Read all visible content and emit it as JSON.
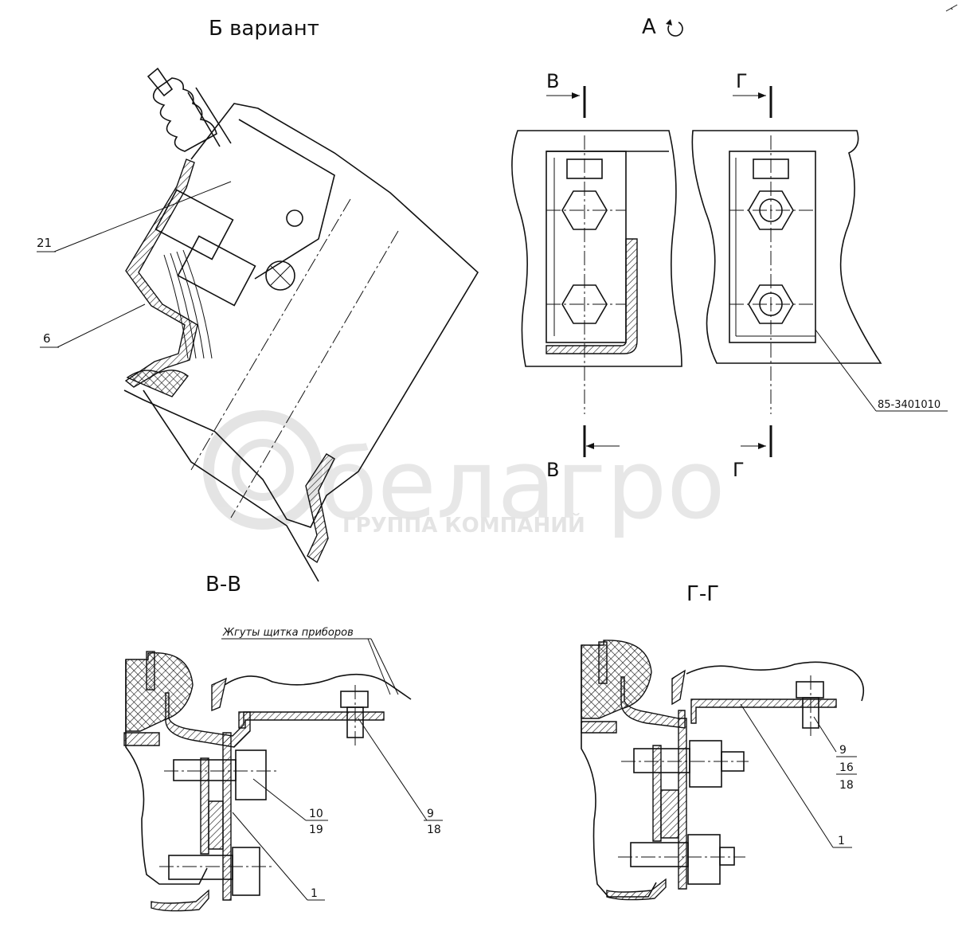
{
  "views": {
    "b_variant": "Б вариант",
    "a_view": "А",
    "section_bb": "В-В",
    "section_gg": "Г-Г"
  },
  "cut_markers": {
    "v": "В",
    "g": "Г"
  },
  "callouts": {
    "c21": "21",
    "c6": "6",
    "part_number": "85-3401010",
    "bb_upper": "10",
    "bb_lower": "19",
    "bb_right_upper": "9",
    "bb_right_lower": "18",
    "bb_item": "1",
    "gg_a": "9",
    "gg_b": "16",
    "gg_c": "18",
    "gg_item": "1"
  },
  "note": "Жгуты щитка приборов",
  "watermark": {
    "brand": "белагро",
    "tagline": "ГРУППА КОМПАНИЙ"
  }
}
